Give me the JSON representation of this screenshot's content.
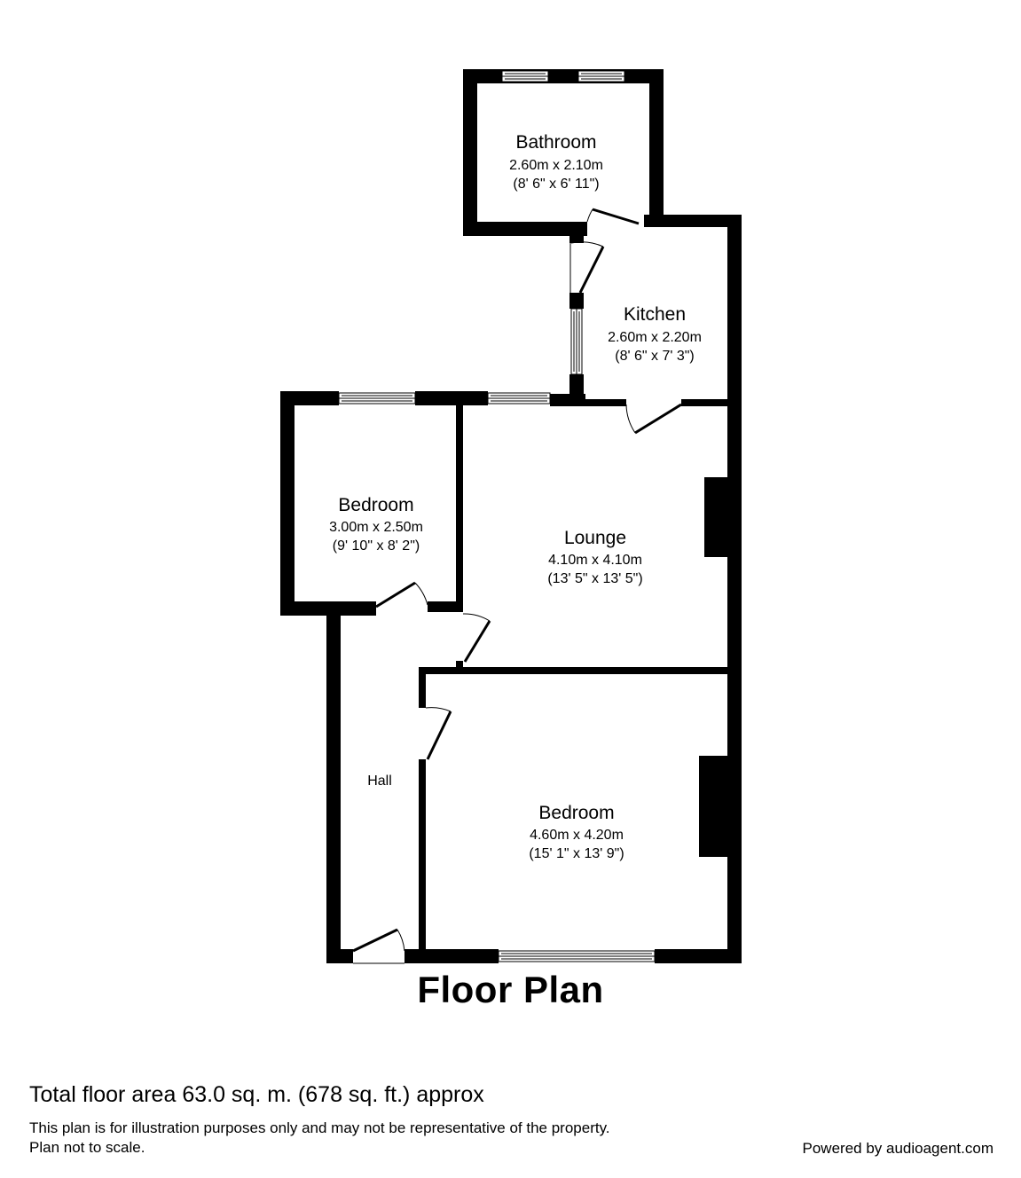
{
  "rooms": {
    "bathroom": {
      "name": "Bathroom",
      "metric": "2.60m x 2.10m",
      "imperial": "(8' 6\" x 6' 11\")"
    },
    "kitchen": {
      "name": "Kitchen",
      "metric": "2.60m x 2.20m",
      "imperial": "(8' 6\" x 7' 3\")"
    },
    "bedroom_small": {
      "name": "Bedroom",
      "metric": "3.00m x 2.50m",
      "imperial": "(9' 10\" x 8' 2\")"
    },
    "lounge": {
      "name": "Lounge",
      "metric": "4.10m x 4.10m",
      "imperial": "(13' 5\" x 13' 5\")"
    },
    "bedroom_large": {
      "name": "Bedroom",
      "metric": "4.60m x 4.20m",
      "imperial": "(15' 1\" x 13' 9\")"
    },
    "hall": {
      "name": "Hall"
    }
  },
  "title": "Floor Plan",
  "total_area": "Total floor area 63.0 sq. m. (678 sq. ft.) approx",
  "disclaimer_1": "This plan is for illustration purposes only and may not be representative of the property.",
  "disclaimer_2": "Plan not to scale.",
  "powered_by": "Powered by audioagent.com"
}
